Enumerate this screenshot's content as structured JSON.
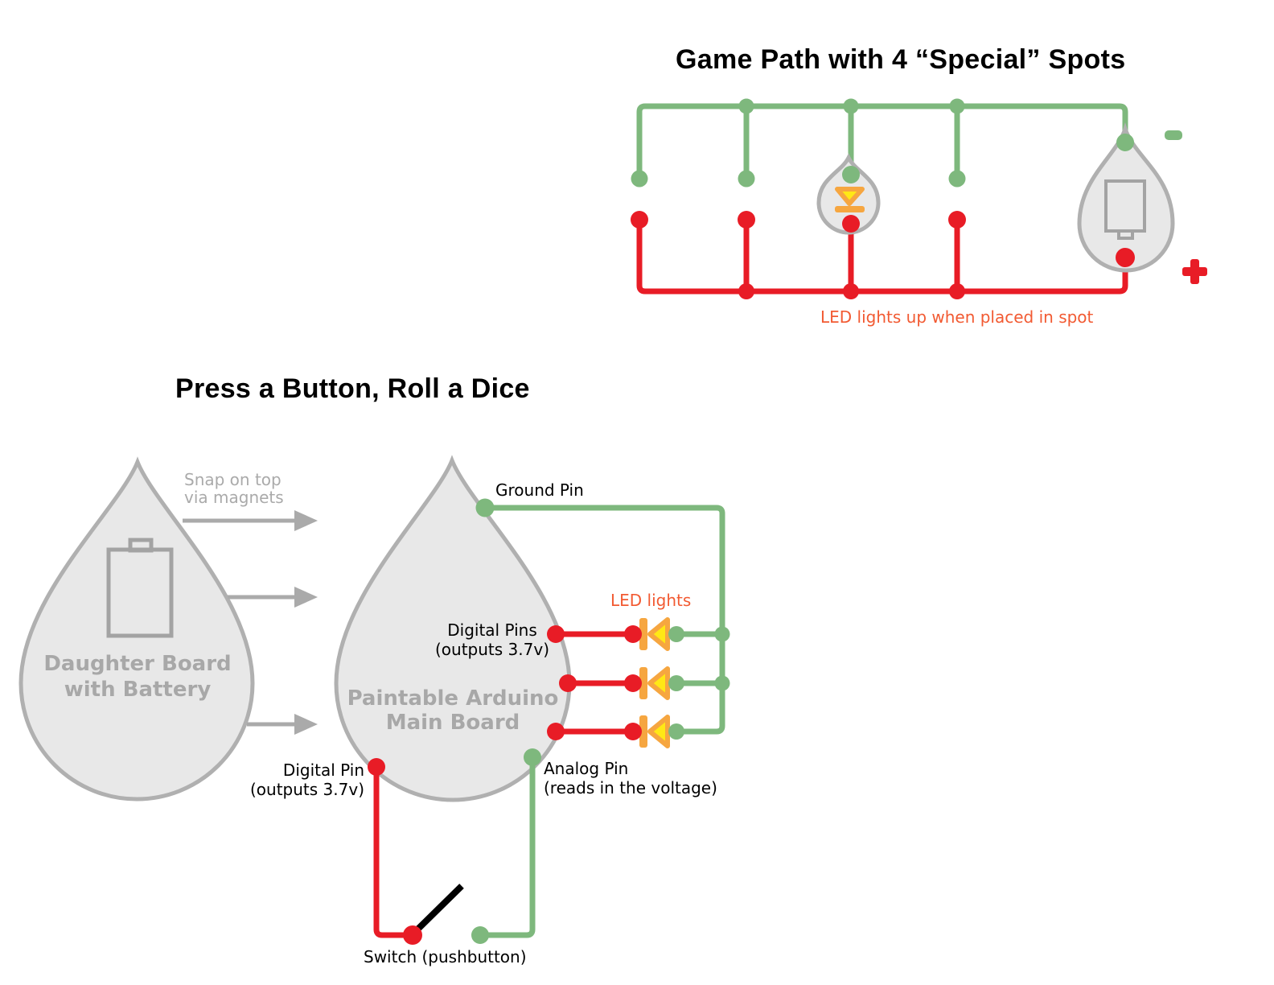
{
  "colors": {
    "green": "#7EB87D",
    "red": "#E81C26",
    "orange": "#F6A640",
    "yellow": "#FFE815",
    "orange_text": "#F25A32",
    "board_fill": "#E8E8E8",
    "board_stroke": "#B0B0B0",
    "icon_gray": "#A3A3A3",
    "gray_text": "#A8A8A8",
    "note_gray": "#AAAAAA",
    "black": "#000000"
  },
  "game_path": {
    "title": "Game Path with 4 “Special” Spots",
    "caption": "LED lights up when placed in spot",
    "icons": {
      "negative_terminal": "minus",
      "positive_terminal": "plus",
      "spot_led": "led-diode-down",
      "battery_piece": "battery-outline"
    }
  },
  "dice": {
    "title": "Press a Button, Roll a Dice",
    "snap_note": {
      "line1": "Snap on top",
      "line2": "via magnets"
    },
    "daughter_board": {
      "line1": "Daughter Board",
      "line2": "with Battery"
    },
    "main_board": {
      "line1": "Paintable Arduino",
      "line2": "Main Board"
    },
    "ground_pin_label": "Ground Pin",
    "led_lights_label": "LED lights",
    "digital_pins": {
      "line1": "Digital Pins",
      "line2": "(outputs 3.7v)"
    },
    "digital_pin": {
      "line1": "Digital Pin",
      "line2": "(outputs 3.7v)"
    },
    "analog_pin": {
      "line1": "Analog Pin",
      "line2": "(reads in the voltage)"
    },
    "switch_label": "Switch (pushbutton)",
    "icons": {
      "battery": "battery-outline",
      "snap_arrows": "right-arrow",
      "leds": "led-diode-left",
      "switch": "switch-lever"
    }
  }
}
